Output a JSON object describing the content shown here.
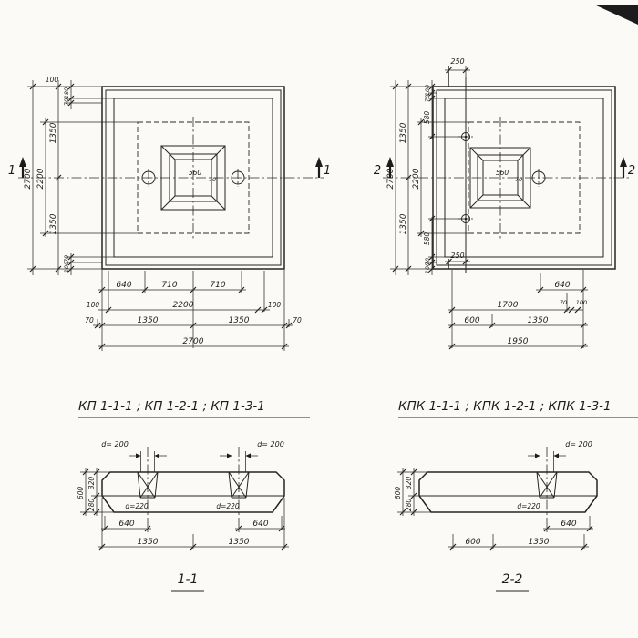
{
  "plan1": {
    "mark": "1",
    "pedestal": {
      "dim560": "560",
      "dim70": "70"
    },
    "left_dims": {
      "d2700": "2700",
      "d2200": "2200",
      "d1350t": "1350",
      "d1350b": "1350",
      "d100t": "100",
      "d180": "180",
      "d70t": "70",
      "d70b": "70",
      "d100b": "100"
    },
    "bottom_dims": {
      "d640": "640",
      "d710a": "710",
      "d710b": "710",
      "d100l": "100",
      "d2200": "2200",
      "d100r": "100",
      "d70l": "70",
      "d1350l": "1350",
      "d1350r": "1350",
      "d70r": "70",
      "d2700": "2700"
    }
  },
  "plan2": {
    "mark": "2",
    "pedestal": {
      "dim560": "560",
      "dim70": "70"
    },
    "top_dims": {
      "d250": "250"
    },
    "inner_dims": {
      "d250": "250"
    },
    "left_dims": {
      "d2700": "2700",
      "d1350t": "1350",
      "d1350b": "1350",
      "d2200": "2200",
      "d100t": "100",
      "d70t": "70",
      "d580t": "580",
      "d580b": "580",
      "d70b": "70",
      "d100b": "100"
    },
    "bottom_dims": {
      "d640": "640",
      "d1700": "1700",
      "d70": "70",
      "d100": "100",
      "d600": "600",
      "d1350": "1350",
      "d1950": "1950"
    }
  },
  "sec1": {
    "title": "КП 1-1-1 ; КП 1-2-1 ; КП 1-3-1",
    "label": "1-1",
    "d200": "d= 200",
    "d220": "d=220",
    "h600": "600",
    "h320": "320",
    "h280": "280",
    "w640": "640",
    "w1350": "1350"
  },
  "sec2": {
    "title": "КПК 1-1-1 ; КПК 1-2-1 ; КПК 1-3-1",
    "label": "2-2",
    "d200": "d= 200",
    "d220": "d=220",
    "h600": "600",
    "h320": "320",
    "h280": "280",
    "w640": "640",
    "w600": "600",
    "w1350": "1350"
  }
}
